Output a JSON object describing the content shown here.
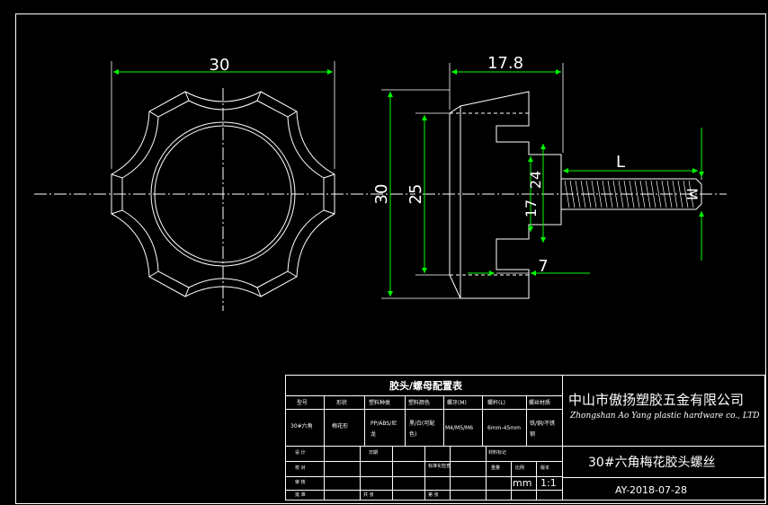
{
  "dimensions": {
    "front_width": "30",
    "side_total_length": "17.8",
    "outer_height": "30",
    "inner_height": "25",
    "hub_24": "24",
    "hub_17": "17",
    "thread_length": "L",
    "thread_size": "M",
    "flange": "7"
  },
  "title_block": {
    "table_title": "胶头/螺母配置表",
    "headers": [
      "型号",
      "形状",
      "塑料种类",
      "塑料颜色",
      "螺牙(M)",
      "螺杆(L)",
      "螺丝材质"
    ],
    "row": [
      "30#六角",
      "梅花形",
      "PP/ABS/尼龙",
      "黑/白(可配色)",
      "M4/M5/M6",
      "6mm-45mm",
      "铁/铜/不锈钢"
    ],
    "company_cn": "中山市傲扬塑胶五金有限公司",
    "company_en": "Zhongshan Ao Yang plastic hardware co., LTD",
    "part_name": "30#六角梅花胶头螺丝",
    "drawing_no": "AY-2018-07-28",
    "unit": "mm",
    "scale": "1:1",
    "labels": {
      "l1": "设 计",
      "l2": "校 对",
      "l3": "审 核",
      "l4": "批 准",
      "date": "日期",
      "std": "标准化检查",
      "mat": "材料标记",
      "qty": "重量",
      "ratio": "比例",
      "sheet": "共 张",
      "sheet2": "第 张",
      "ver": "版本"
    }
  }
}
